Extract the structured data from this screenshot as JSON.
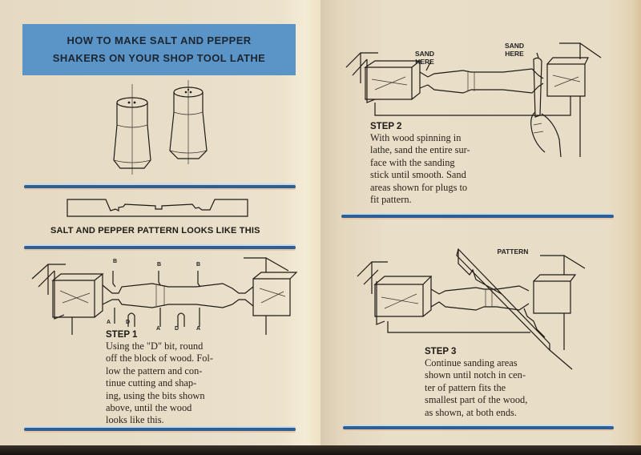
{
  "colors": {
    "paper": "#e8ddc6",
    "title_band": "#5b95c8",
    "rule_blue": "#2d5f95",
    "ink": "#1e1a16"
  },
  "left_page": {
    "title": {
      "line1": "HOW TO MAKE SALT AND PEPPER",
      "line2": "SHAKERS ON YOUR SHOP TOOL LATHE"
    },
    "illustration_shakers": "salt-and-pepper-shakers",
    "pattern_caption": "SALT AND PEPPER PATTERN LOOKS LIKE THIS",
    "step1": {
      "title": "STEP 1",
      "lines": [
        "Using the \"D\" bit, round",
        "off the block of wood. Fol-",
        "low the pattern and con-",
        "tinue cutting and shap-",
        "ing, using the bits shown",
        "above, until the wood",
        "looks like this."
      ],
      "bit_labels_top": [
        "B",
        "B",
        "B"
      ],
      "bit_labels_bottom": [
        "A",
        "D",
        "A",
        "D",
        "A"
      ]
    }
  },
  "right_page": {
    "step2": {
      "title": "STEP 2",
      "lines": [
        "With wood spinning in",
        "lathe, sand the entire sur-",
        "face with the sanding",
        "stick until smooth. Sand",
        "areas shown for plugs to",
        "fit pattern."
      ],
      "callouts": [
        "SAND HERE",
        "SAND HERE"
      ]
    },
    "step3": {
      "title": "STEP 3",
      "lines": [
        "Continue sanding areas",
        "shown until notch in cen-",
        "ter of pattern fits the",
        "smallest part of the wood,",
        "as shown, at both ends."
      ],
      "callout": "PATTERN"
    }
  }
}
